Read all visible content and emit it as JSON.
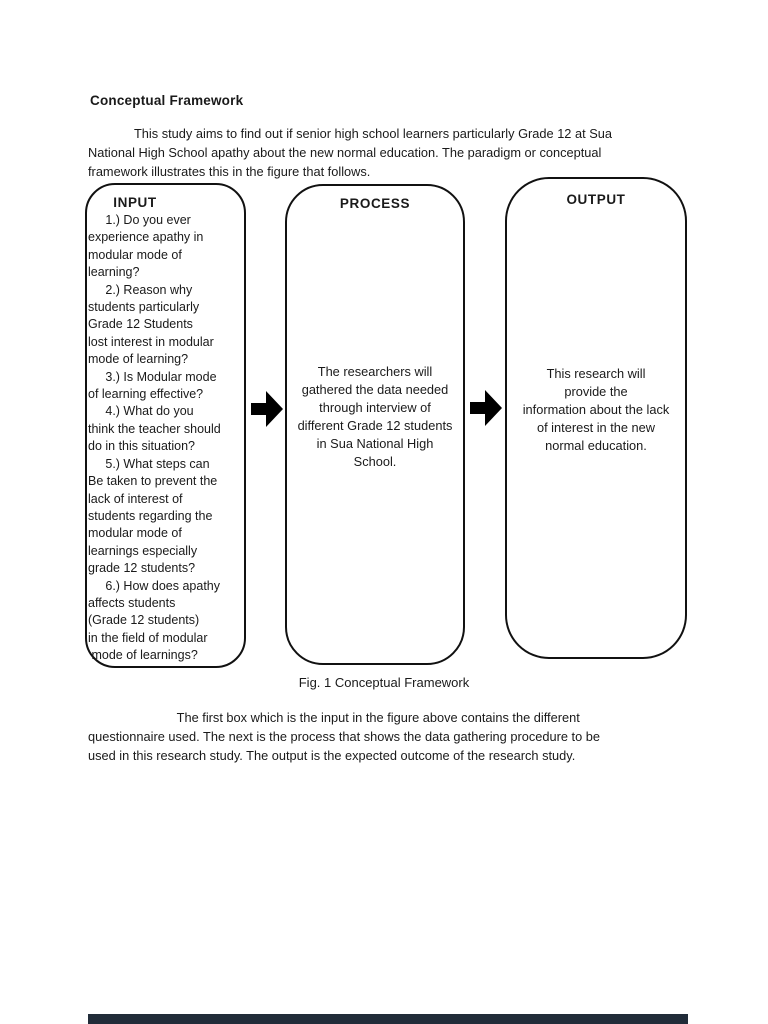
{
  "page": {
    "heading": "Conceptual Framework",
    "intro_paragraph": "             This study aims to find out if senior high school learners particularly Grade 12 at Sua\nNational High School apathy about the new normal education. The paradigm or conceptual\nframework illustrates this in the figure that follows.",
    "closing_paragraph": "                         The first box which is the input in the figure above contains the different\nquestionnaire used. The next is the process that shows the data gathering procedure to be\nused in this research study. The output is the expected outcome of the research study.",
    "figure": {
      "caption": "Fig. 1 Conceptual Framework",
      "arrow_color": "#000000",
      "border_color": "#111111",
      "boxes": [
        {
          "title": "INPUT",
          "body": "     1.) Do you ever\nexperience apathy in\nmodular mode of\nlearning?\n     2.) Reason why\nstudents particularly\nGrade 12 Students\nlost interest in modular\nmode of learning?\n     3.) Is Modular mode\nof learning effective?\n     4.) What do you\nthink the teacher should\ndo in this situation?\n     5.) What steps can\nBe taken to prevent the\nlack of interest of\nstudents regarding the\nmodular mode of\nlearnings especially\ngrade 12 students?\n     6.) How does apathy\naffects students\n(Grade 12 students)\nin the field of modular\n mode of learnings?"
        },
        {
          "title": "PROCESS",
          "body": "The researchers will\ngathered the data needed\nthrough interview of\ndifferent Grade 12 students\nin Sua National High\nSchool."
        },
        {
          "title": "OUTPUT",
          "body": "This research will\nprovide the\ninformation about the lack\nof interest in the new\nnormal education."
        }
      ]
    },
    "bottom_bar_color": "#212c39"
  }
}
